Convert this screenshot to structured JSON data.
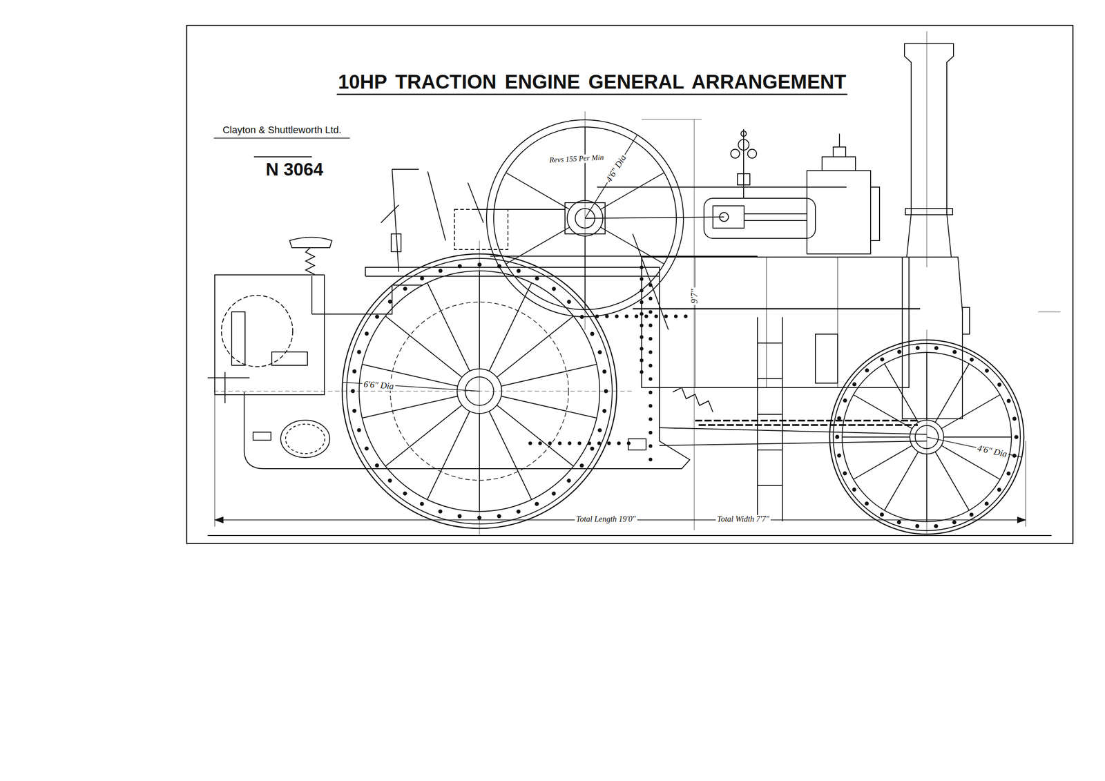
{
  "diagram": {
    "title": "10HP TRACTION ENGINE GENERAL ARRANGEMENT",
    "labels": [
      "Clayton & Shuttleworth Ltd.",
      "N 3064",
      "Revs 155 Per Min",
      "4'6\" Dia",
      "9'7\"",
      "6'6\" Dia",
      "4'6\" Dia",
      "Total Length 19'0\"",
      "Total Width 7'7\""
    ]
  }
}
